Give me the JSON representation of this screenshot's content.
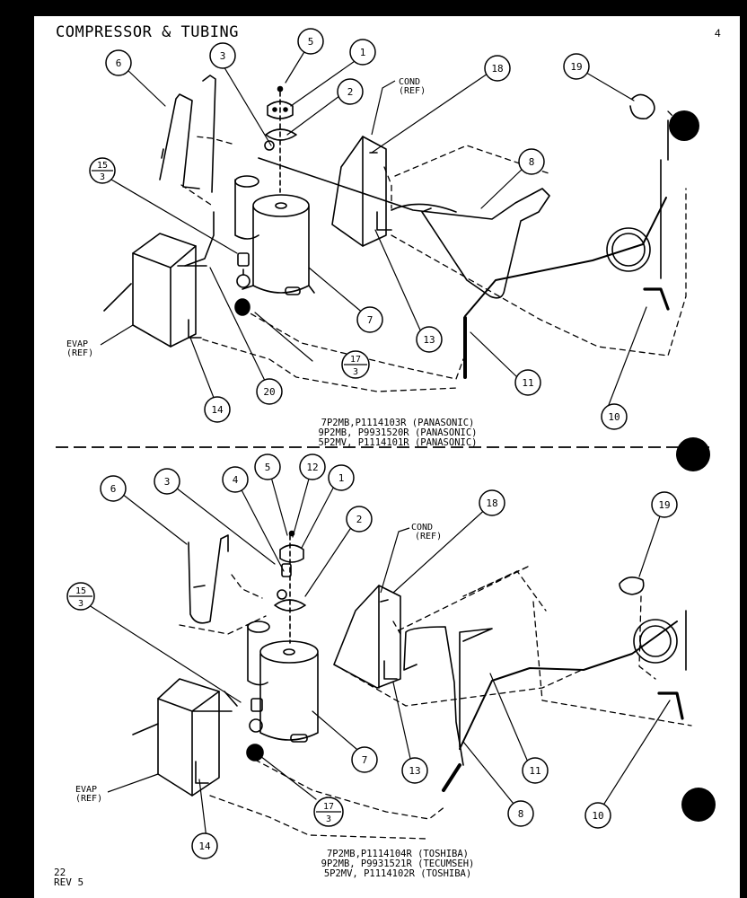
{
  "title": "COMPRESSOR & TUBING",
  "corner_mark": "4",
  "page": {
    "number": "22",
    "revision": "REV 5"
  },
  "upper": {
    "callouts": [
      "5",
      "1",
      "3",
      "2",
      "6",
      "18",
      "19",
      "8",
      "7",
      "13",
      "11",
      "10",
      "14",
      "20"
    ],
    "fractions": [
      {
        "num": "15",
        "den": "3"
      },
      {
        "num": "17",
        "den": "3"
      }
    ],
    "labels": {
      "cond": "COND",
      "cond_ref": "(REF)",
      "evap": "EVAP",
      "evap_ref": "(REF)"
    },
    "models": [
      "7P2MB,P1114103R (PANASONIC)",
      "9P2MB, P9931520R (PANASONIC)",
      "5P2MV, P1114101R (PANASONIC)"
    ]
  },
  "lower": {
    "callouts": [
      "6",
      "3",
      "4",
      "5",
      "12",
      "1",
      "2",
      "18",
      "19",
      "7",
      "13",
      "11",
      "10",
      "8",
      "14"
    ],
    "fractions": [
      {
        "num": "15",
        "den": "3"
      },
      {
        "num": "17",
        "den": "3"
      }
    ],
    "labels": {
      "cond": "COND",
      "cond_ref": "(REF)",
      "evap": "EVAP",
      "evap_ref": "(REF)"
    },
    "models": [
      "7P2MB,P1114104R (TOSHIBA)",
      "9P2MB, P9931521R (TECUMSEH)",
      "5P2MV, P1114102R (TOSHIBA)"
    ]
  }
}
